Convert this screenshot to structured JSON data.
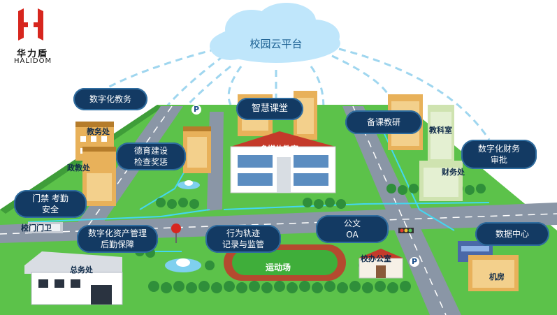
{
  "logo": {
    "name_cn": "华力盾",
    "name_en": "HALIDOM",
    "colors": {
      "red": "#d7261e",
      "dark": "#111111"
    }
  },
  "cloud": {
    "label": "校园云平台",
    "color": "#bfe6fb"
  },
  "pills": {
    "digital_teaching": "数字化教务",
    "smart_classroom": "智慧课堂",
    "lesson_prep": "备课教研",
    "moral_line1": "德育建设",
    "moral_line2": "检查奖惩",
    "digital_finance_line1": "数字化财务",
    "digital_finance_line2": "审批",
    "gate_line1": "门禁 考勤",
    "gate_line2": "安全",
    "asset_line1": "数字化资产管理",
    "asset_line2": "后勤保障",
    "behavior_line1": "行为轨迹",
    "behavior_line2": "记录与监管",
    "doc_line1": "公文",
    "doc_line2": "OA",
    "data_center": "数据中心"
  },
  "buildings": {
    "academic_office": "教务处",
    "political_office": "政教处",
    "multimedia_classroom": "多媒体教室",
    "science_room": "教科室",
    "finance_office": "财务处",
    "school_gate": "校门门卫",
    "general_affairs": "总务处",
    "principal_office": "校办公室",
    "stadium": "运动场",
    "machine_room": "机房"
  },
  "parking_sign": "P",
  "colors": {
    "pill": "#133a63",
    "grass": "#5cc24a",
    "road": "#8a96a6",
    "link": "#9fd6ef"
  }
}
